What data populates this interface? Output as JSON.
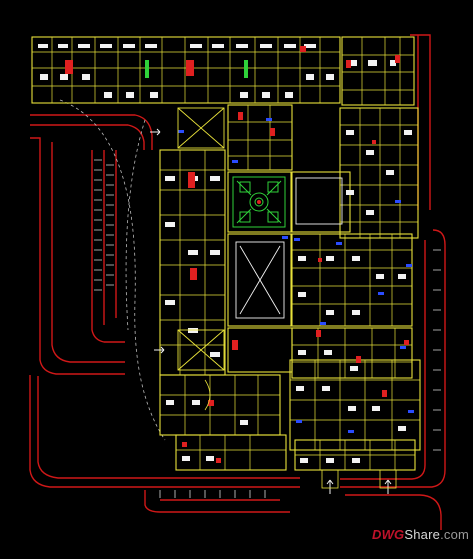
{
  "drawing": {
    "colors": {
      "background": "#000000",
      "wall": "#e8e23a",
      "detail": "#f2f2f2",
      "road": "#d01818",
      "fill_red": "#e02020",
      "fill_blue": "#2a4cff",
      "fill_green": "#2fd23a",
      "fill_cyan": "#35d6d6",
      "fill_orange": "#ff8a1a",
      "dashed": "#bbbbbb"
    }
  },
  "watermark": {
    "part1": "DWG",
    "part2": "Share",
    "part3": ".com"
  }
}
